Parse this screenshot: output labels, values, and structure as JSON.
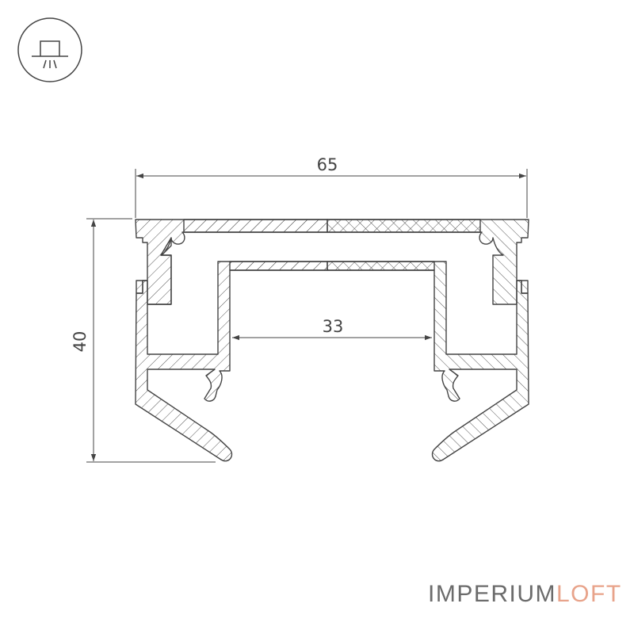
{
  "dimensions": {
    "width_label": "65",
    "height_label": "40",
    "inner_width_label": "33"
  },
  "brand": {
    "main": "IMPERIUM",
    "accent": "LOFT",
    "accent_color": "#e8a38a",
    "main_color": "#6b6b6b"
  },
  "mount_icon": "ceiling-surface-mount-light-icon"
}
